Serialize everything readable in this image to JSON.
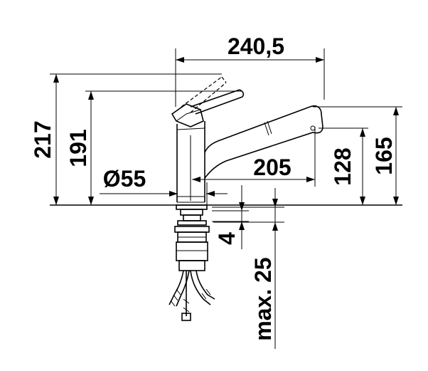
{
  "drawing": {
    "dimensions": {
      "width_total": "240,5",
      "reach_spout": "205",
      "height_total": "217",
      "height_lever": "191",
      "height_spout": "165",
      "height_outlet": "128",
      "base_diameter": "Ø55",
      "hole_min": "4",
      "countertop_max": "max. 25"
    }
  }
}
